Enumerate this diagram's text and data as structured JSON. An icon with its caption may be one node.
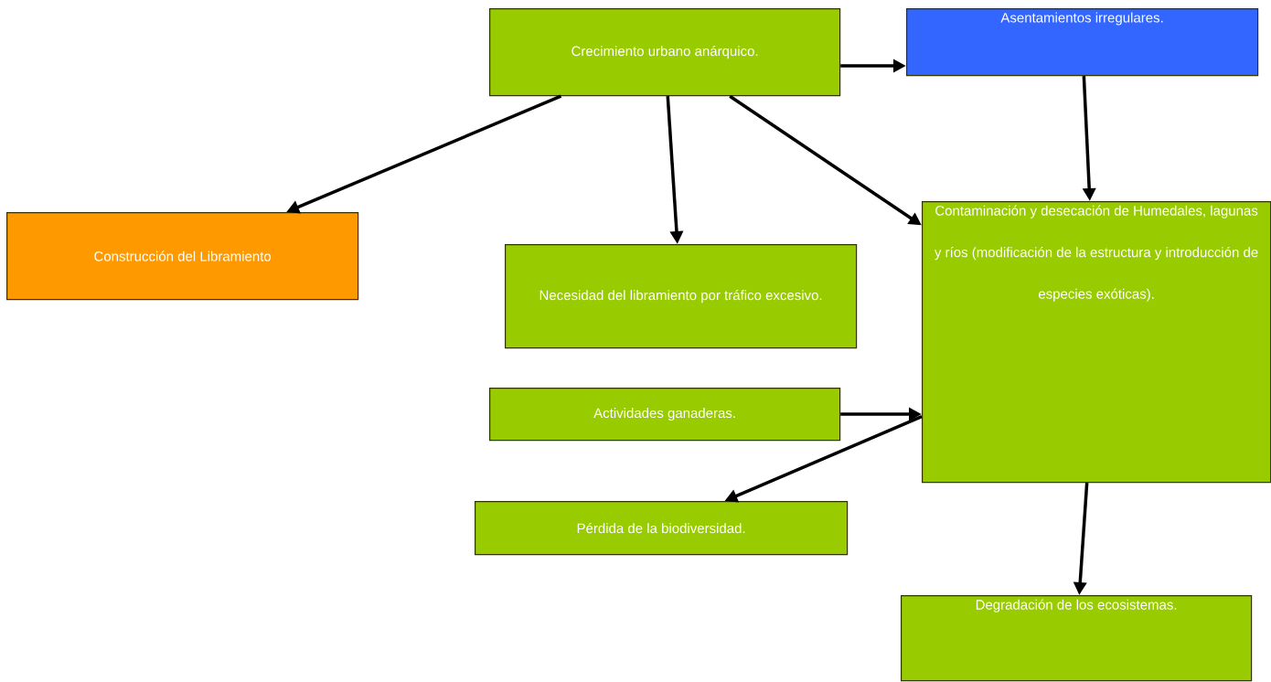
{
  "diagram": {
    "nodes": [
      {
        "text": [
          "Crecimiento urbano anárquico."
        ]
      },
      {
        "text": [
          "Asentamientos irregulares."
        ]
      },
      {
        "text": [
          "Construcción del Libramiento"
        ]
      },
      {
        "text": [
          "Necesidad del libramiento por tráfico excesivo."
        ]
      },
      {
        "text": [
          "Contaminación y desecación de Humedales, lagunas y ríos (modificación de la estructura y introducción de especies exóticas)."
        ]
      },
      {
        "text": [
          "Actividades ganaderas."
        ]
      },
      {
        "text": [
          "Pérdida de la biodiversidad."
        ]
      },
      {
        "text": [
          "Degradación de los ecosistemas."
        ]
      }
    ],
    "edges": [
      {
        "from": 0,
        "to": 1,
        "arrow": "to"
      },
      {
        "from": 0,
        "to": 2,
        "arrow": "to"
      },
      {
        "from": 0,
        "to": 3,
        "arrow": "to"
      },
      {
        "from": 0,
        "to": 4,
        "arrow": "to"
      },
      {
        "from": 1,
        "to": 4,
        "arrow": "to"
      },
      {
        "from": 5,
        "to": 4,
        "arrow": "to"
      },
      {
        "from": 4,
        "to": 6,
        "arrow": "to"
      },
      {
        "from": 4,
        "to": 7,
        "arrow": "to"
      }
    ]
  }
}
